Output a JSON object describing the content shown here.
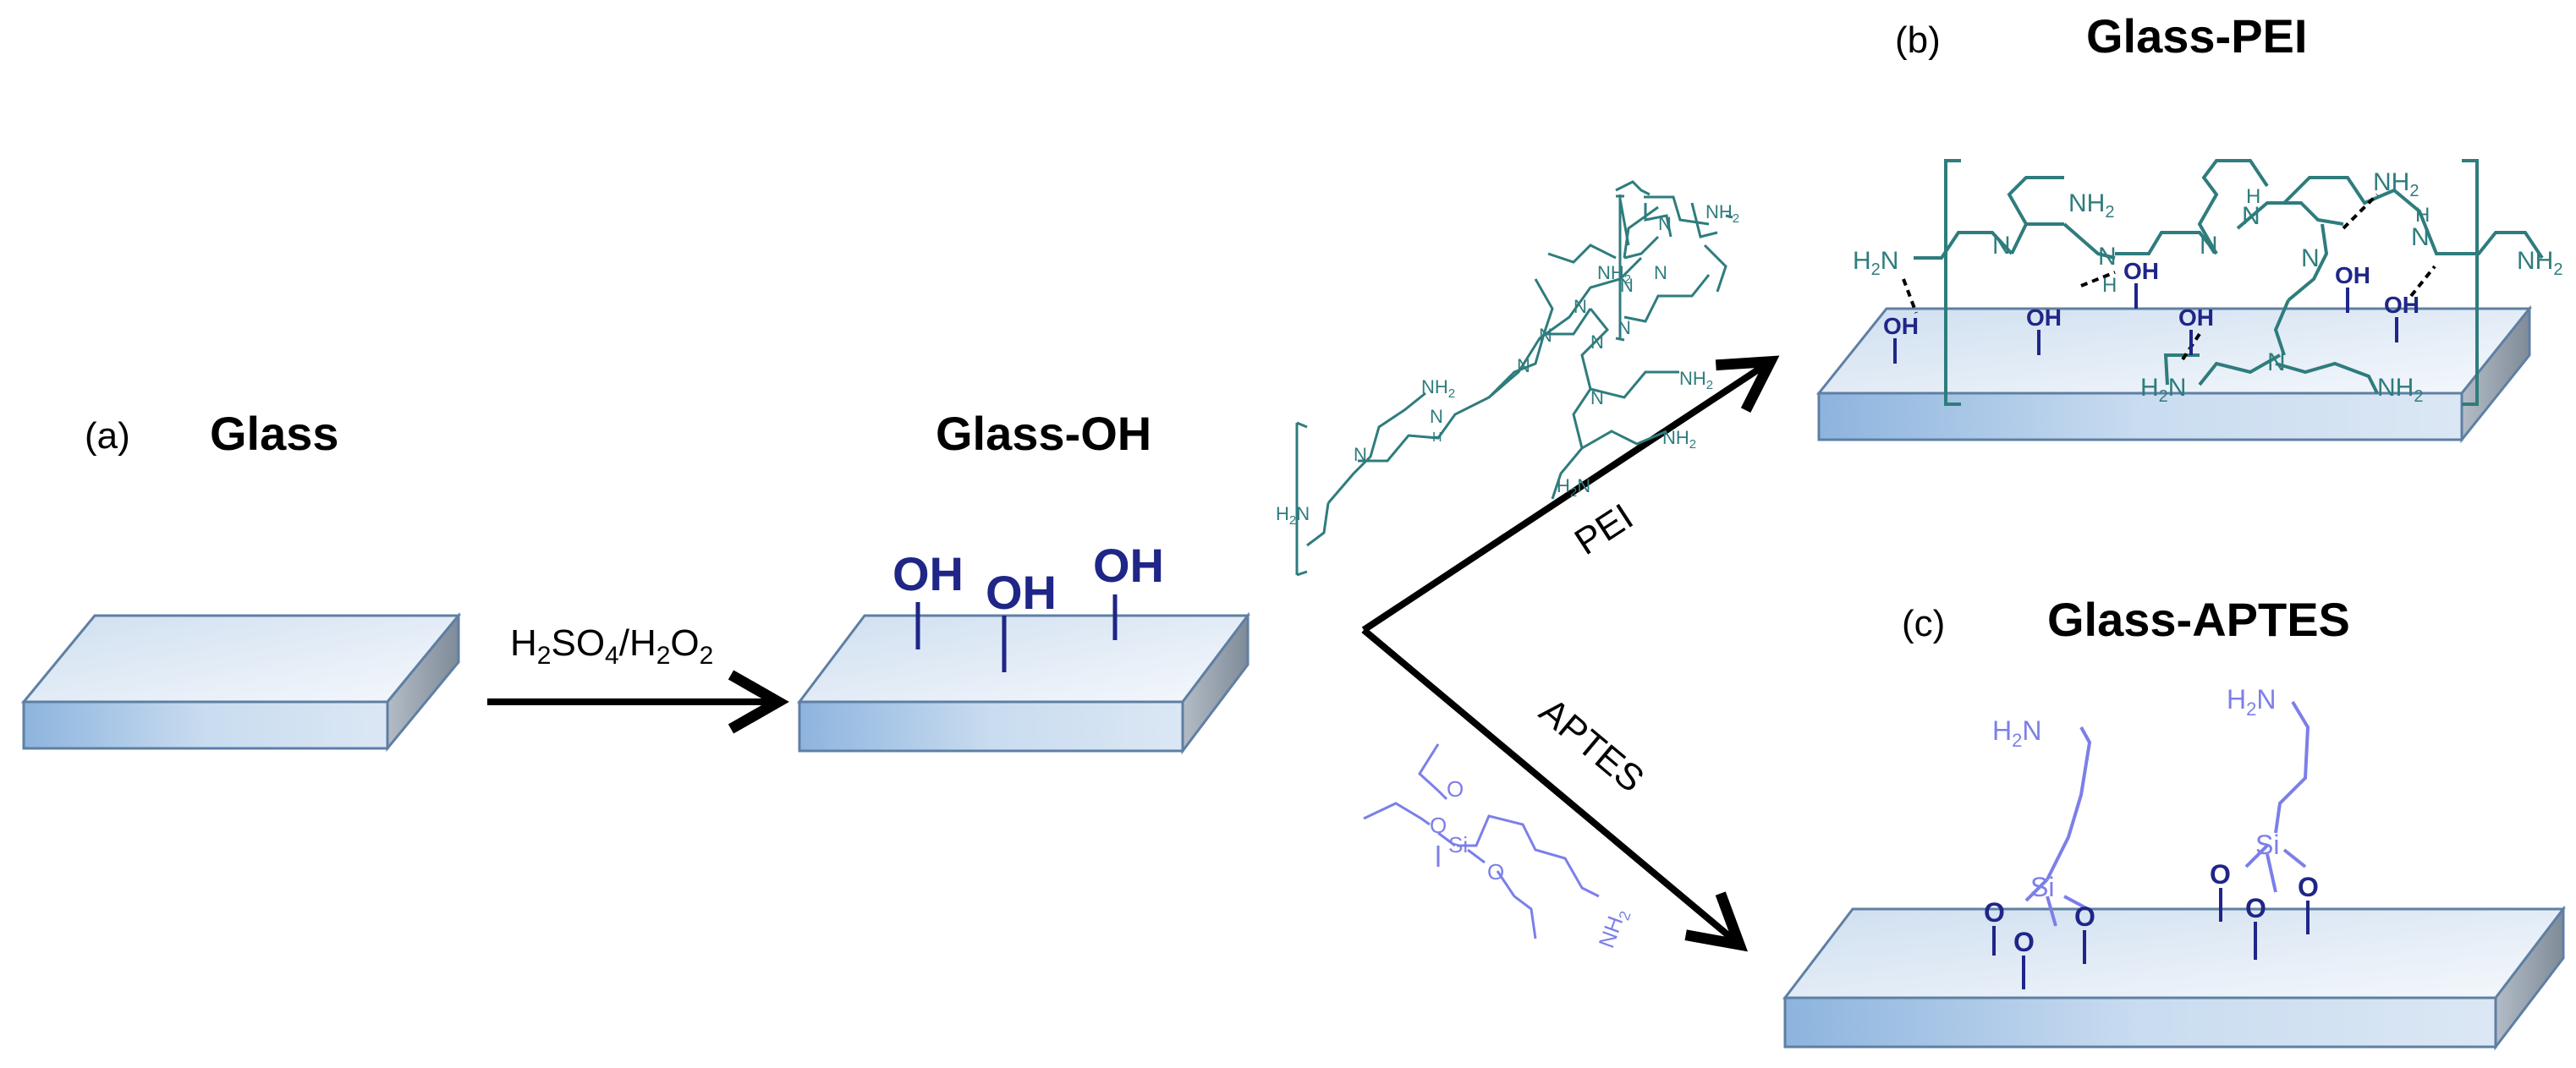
{
  "colors": {
    "glass_top": "#dfeaf5",
    "glass_front": "#9ec0e3",
    "glass_side": "#9aa6b3",
    "glass_edge": "#3d5f86",
    "hydroxyl": "#1f2687",
    "pei": "#2f7c7d",
    "aptes": "#7c7fe8",
    "arrow": "#000000"
  },
  "panels": {
    "a": "(a)",
    "b": "(b)",
    "c": "(c)"
  },
  "titles": {
    "glass": "Glass",
    "glass_oh": "Glass-OH",
    "glass_pei": "Glass-PEI",
    "glass_aptes": "Glass-APTES"
  },
  "reagents": {
    "piranha_h": "H",
    "piranha_2a": "2",
    "piranha_so": "SO",
    "piranha_4": "4",
    "piranha_slash_h": "/H",
    "piranha_2b": "2",
    "piranha_o": "O",
    "piranha_2c": "2",
    "pei": "PEI",
    "aptes": "APTES"
  },
  "hydroxyl_label": "OH",
  "chem": {
    "nh2": "NH",
    "h2n": "H",
    "n": "N",
    "h": "H",
    "o": "O",
    "oh": "OH",
    "si": "Si",
    "sub2": "2"
  }
}
